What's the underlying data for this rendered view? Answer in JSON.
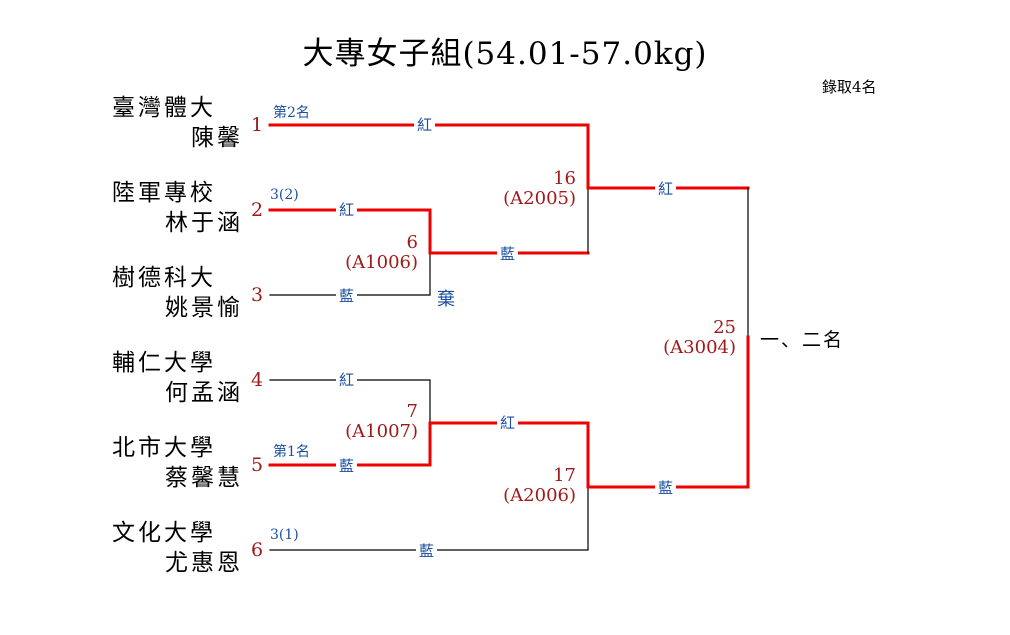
{
  "title": "大專女子組(54.01-57.0kg)",
  "quota": "錄取4名",
  "colors": {
    "winner_line": "#ee0000",
    "loser_line": "#000000",
    "corner_text": "#1b4fa0",
    "seed_text": "#a01a1a"
  },
  "entrants": [
    {
      "seed": "1",
      "school": "臺灣體大",
      "athlete": "陳馨",
      "note": "第2名"
    },
    {
      "seed": "2",
      "school": "陸軍專校",
      "athlete": "林于涵",
      "note": "3(2)"
    },
    {
      "seed": "3",
      "school": "樹德科大",
      "athlete": "姚景愉",
      "note": ""
    },
    {
      "seed": "4",
      "school": "輔仁大學",
      "athlete": "何孟涵",
      "note": ""
    },
    {
      "seed": "5",
      "school": "北市大學",
      "athlete": "蔡馨慧",
      "note": "第1名"
    },
    {
      "seed": "6",
      "school": "文化大學",
      "athlete": "尤惠恩",
      "note": "3(1)"
    }
  ],
  "matches": [
    {
      "id": "m6",
      "number": "6",
      "code": "(A1006)",
      "red_corner": "紅",
      "blue_corner": "藍",
      "winner": "red",
      "forfeit": "棄"
    },
    {
      "id": "m7",
      "number": "7",
      "code": "(A1007)",
      "red_corner": "紅",
      "blue_corner": "藍",
      "winner": "blue",
      "forfeit": ""
    },
    {
      "id": "m16",
      "number": "16",
      "code": "(A2005)",
      "red_corner": "紅",
      "blue_corner": "藍",
      "winner": "red",
      "forfeit": ""
    },
    {
      "id": "m17",
      "number": "17",
      "code": "(A2006)",
      "red_corner": "紅",
      "blue_corner": "藍",
      "winner": "red",
      "forfeit": ""
    },
    {
      "id": "m25",
      "number": "25",
      "code": "(A3004)",
      "red_corner": "紅",
      "blue_corner": "藍",
      "winner": "blue",
      "forfeit": ""
    }
  ],
  "final_label": "一、二名"
}
